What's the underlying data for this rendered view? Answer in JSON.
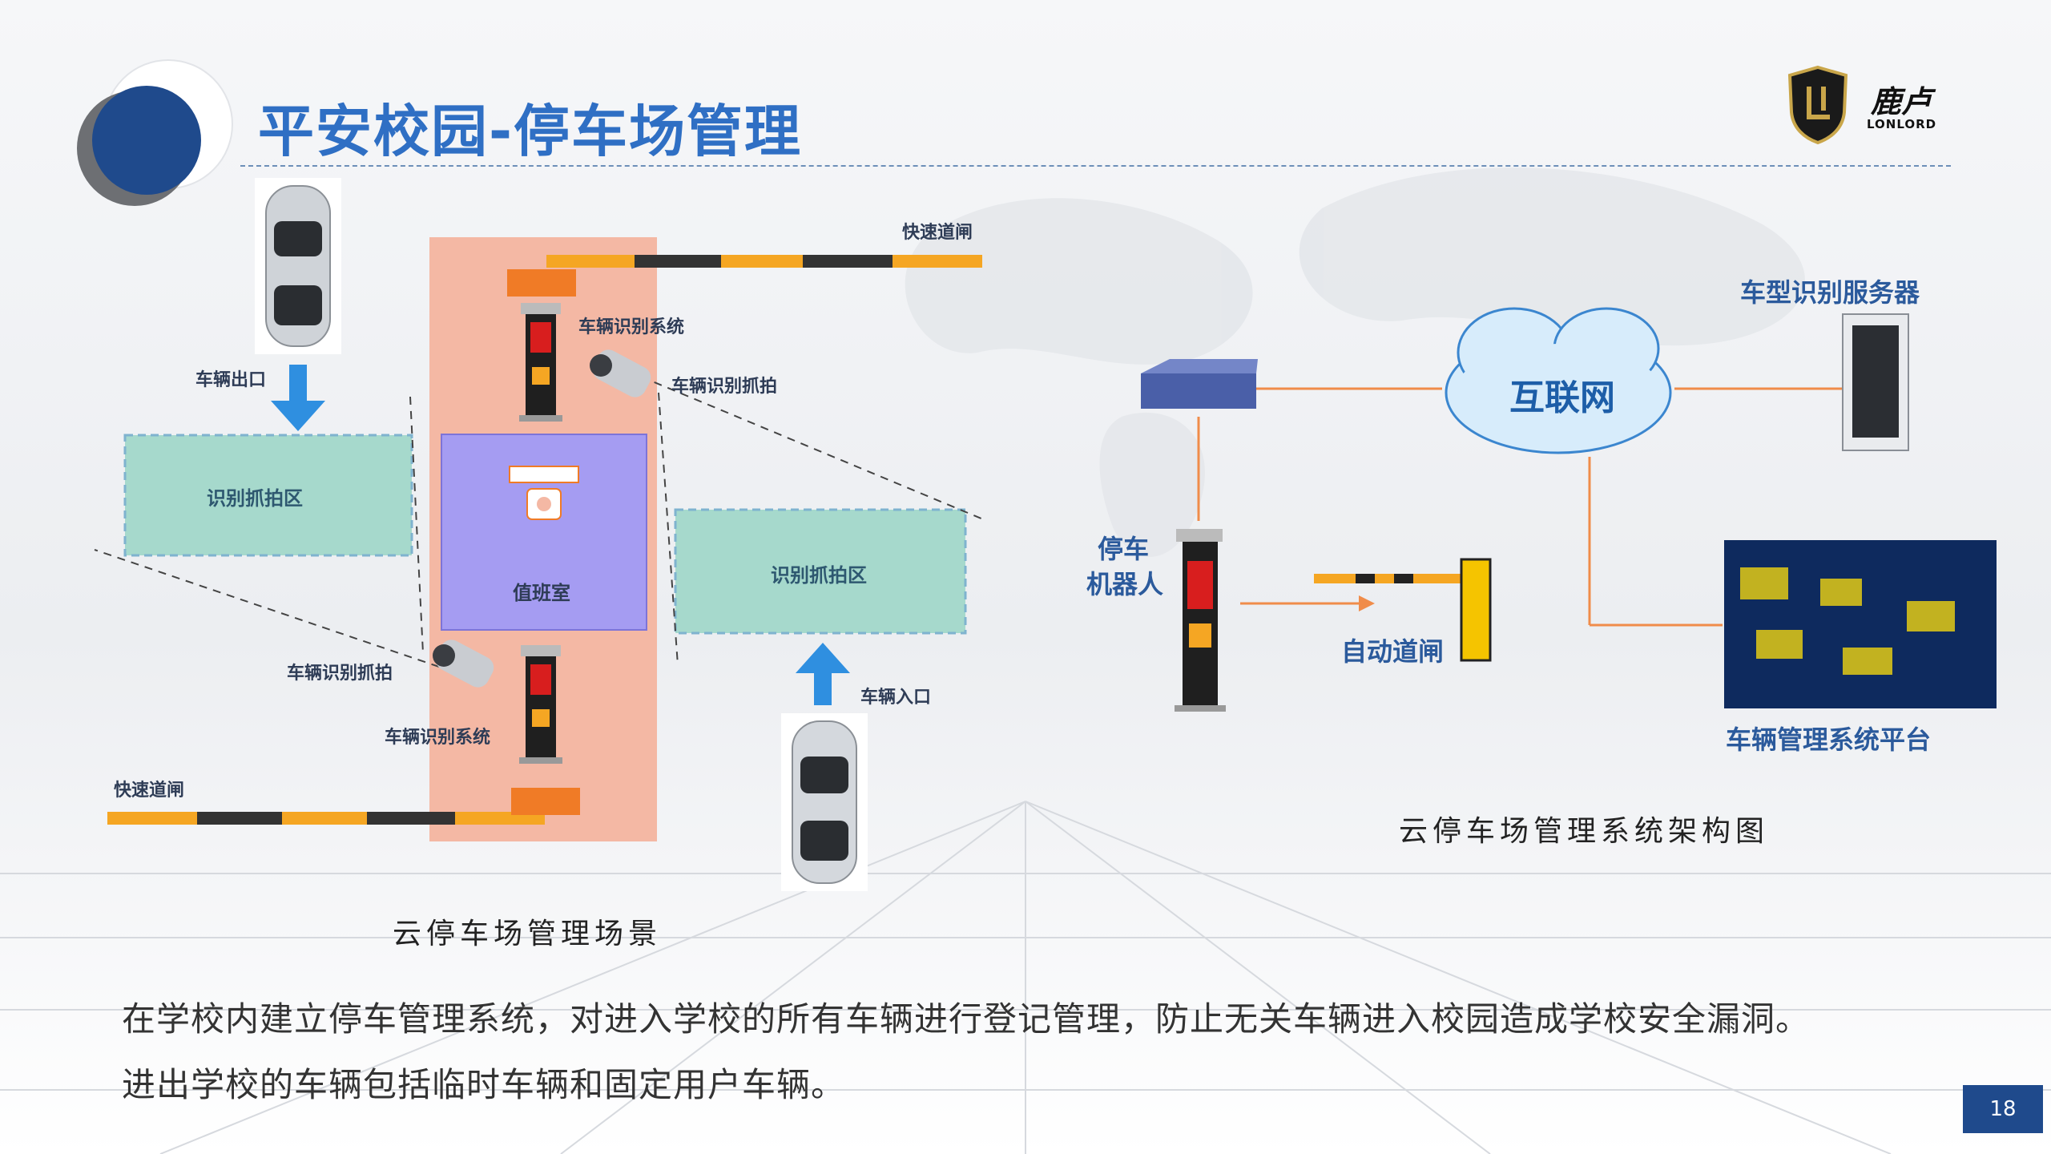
{
  "header": {
    "title": "平安校园-停车场管理",
    "logo_text": "鹿卢",
    "logo_sub": "LONLORD"
  },
  "scene": {
    "gate_top_label": "快速道闸",
    "gate_bottom_label": "快速道闸",
    "exit_label": "车辆出口",
    "entry_label": "车辆入口",
    "zone_left": "识别抓拍区",
    "zone_right": "识别抓拍区",
    "duty_room": "值班室",
    "recog_system_top": "车辆识别系统",
    "recog_capture_top": "车辆识别抓拍",
    "recog_capture_bottom": "车辆识别抓拍",
    "recog_system_bottom": "车辆识别系统",
    "caption": "云停车场管理场景"
  },
  "architecture": {
    "internet": "互联网",
    "server": "车型识别服务器",
    "robot_line1": "停车",
    "robot_line2": "机器人",
    "auto_gate": "自动道闸",
    "platform": "车辆管理系统平台",
    "caption": "云停车场管理系统架构图"
  },
  "body": {
    "line1": "在学校内建立停车管理系统，对进入学校的所有车辆进行登记管理，防止无关车辆进入校园造成学校安全漏洞。",
    "line2": "进出学校的车辆包括临时车辆和固定用户车辆。"
  },
  "footer": {
    "page_number": "18"
  },
  "colors": {
    "accent_blue": "#1f4a8c",
    "title_blue": "#2f6fc4",
    "lane_pink": "#f4b8a4",
    "zone_green": "#a6d9cc",
    "duty_purple": "#a59cf2",
    "link_orange": "#f08c4a"
  }
}
